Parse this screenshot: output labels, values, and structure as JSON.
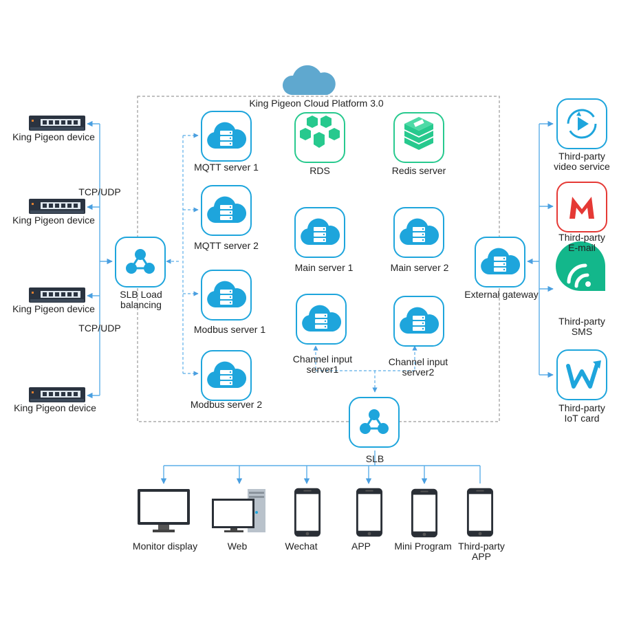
{
  "platform": {
    "title": "King Pigeon  Cloud Platform 3.0"
  },
  "devices": [
    {
      "label": "King Pigeon device"
    },
    {
      "label": "King Pigeon device"
    },
    {
      "label": "King Pigeon device"
    },
    {
      "label": "King Pigeon device"
    }
  ],
  "protocols": [
    {
      "label": "TCP/UDP"
    },
    {
      "label": "TCP/UDP"
    }
  ],
  "slb_left": {
    "line1": "SLB Load",
    "line2": "balancing"
  },
  "servers_left": [
    {
      "label": "MQTT server 1"
    },
    {
      "label": "MQTT server 2"
    },
    {
      "label": "Modbus server 1"
    },
    {
      "label": "Modbus server 2"
    }
  ],
  "rds": {
    "label": "RDS"
  },
  "redis": {
    "label": "Redis server"
  },
  "main_servers": [
    {
      "label": "Main server 1"
    },
    {
      "label": "Main server 2"
    }
  ],
  "channel_servers": [
    {
      "line1": "Channel input",
      "line2": "server1"
    },
    {
      "line1": "Channel input",
      "line2": "server2"
    }
  ],
  "slb_bottom": {
    "label": "SLB"
  },
  "gateway": {
    "label": "External gateway"
  },
  "third_party": [
    {
      "line1": "Third-party",
      "line2": "video service",
      "icon": "video-service-icon",
      "color": "#1ea5dc"
    },
    {
      "line1": "Third-party",
      "line2": "E-mail",
      "icon": "email-m-icon",
      "color": "#e53935"
    },
    {
      "line1": "Third-party",
      "line2": "SMS",
      "icon": "sms-wifi-icon",
      "color": "#13b78b"
    },
    {
      "line1": "Third-party",
      "line2": "IoT card",
      "icon": "iot-card-w-icon",
      "color": "#1ea5dc"
    }
  ],
  "clients": [
    {
      "line1": "Monitor display",
      "line2": ""
    },
    {
      "line1": "Web",
      "line2": ""
    },
    {
      "line1": "Wechat",
      "line2": ""
    },
    {
      "line1": "APP",
      "line2": ""
    },
    {
      "line1": "Mini Program",
      "line2": ""
    },
    {
      "line1": "Third-party",
      "line2": "APP"
    }
  ],
  "colors": {
    "accent": "#1ea5dc",
    "line": "#5aaee8",
    "frame": "#9a9a9a",
    "rds": "#27c98e",
    "cloud": "#5fa8cf"
  }
}
